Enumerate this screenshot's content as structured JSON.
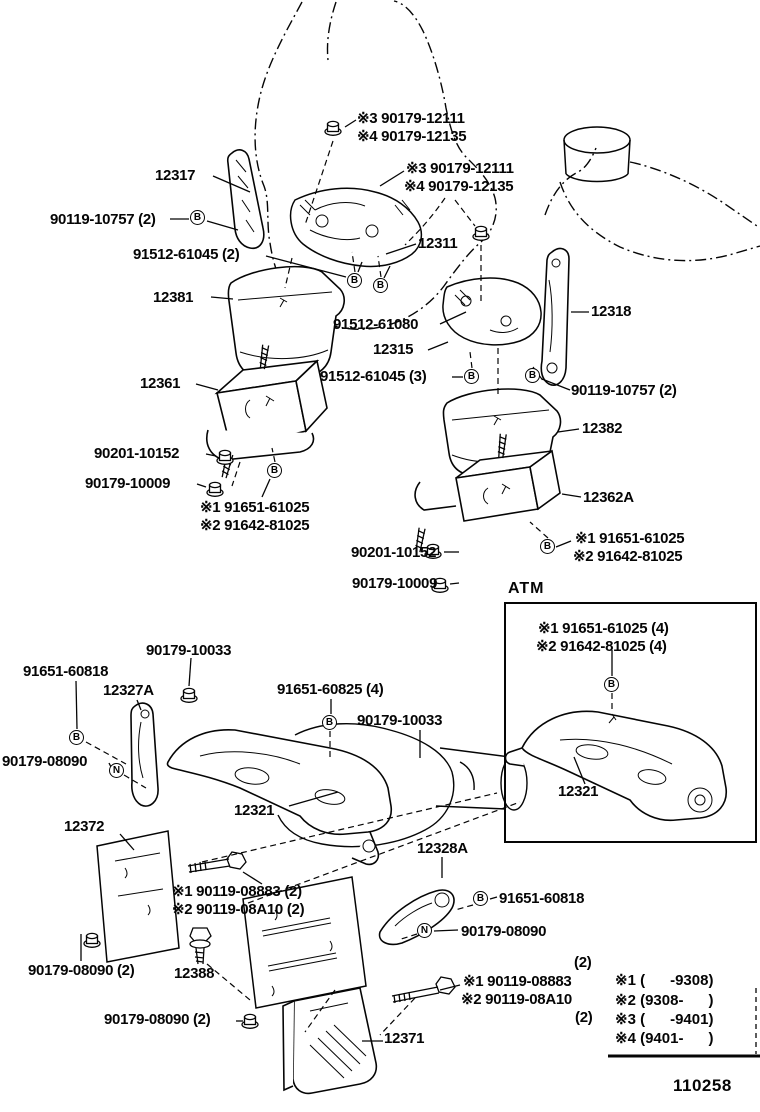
{
  "diagram": {
    "code": "110258",
    "inset_title": "ATM"
  },
  "symbols": {
    "b": "B",
    "n": "N"
  },
  "labels": {
    "top_nut_1a": "※3 90179-12111",
    "top_nut_1b": "※4 90179-12135",
    "top_nut_2a": "※3 90179-12111",
    "top_nut_2b": "※4 90179-12135",
    "p12317": "12317",
    "p90119_10757_l": "90119-10757 (2)",
    "p91512_61045_2": "91512-61045 (2)",
    "p12311": "12311",
    "p12381": "12381",
    "p91512_61080": "91512-61080",
    "p12315": "12315",
    "p12318": "12318",
    "p91512_61045_3": "91512-61045 (3)",
    "p90119_10757_r": "90119-10757 (2)",
    "p12361": "12361",
    "p12382": "12382",
    "p90201_10152_l": "90201-10152",
    "p90179_10009_l": "90179-10009",
    "p91651_61025_l1": "※1 91651-61025",
    "p91642_81025_l2": "※2 91642-81025",
    "p12362a": "12362A",
    "p91651_61025_r1": "※1 91651-61025",
    "p91642_81025_r2": "※2 91642-81025",
    "p90201_10152_m": "90201-10152",
    "p90179_10009_m": "90179-10009",
    "atm_note1": "※1 91651-61025 (4)",
    "atm_note2": "※2 91642-81025 (4)",
    "atm_12321": "12321",
    "p90179_10033_l": "90179-10033",
    "p91651_60818_l": "91651-60818",
    "p12327a": "12327A",
    "p91651_60825": "91651-60825 (4)",
    "p90179_10033_m": "90179-10033",
    "p90179_08090_l": "90179-08090",
    "p12372": "12372",
    "p12321_main": "12321",
    "p90119_08883_2a": "※1 90119-08883 (2)",
    "p90119_08a10_2a": "※2 90119-08A10 (2)",
    "p12328a": "12328A",
    "p91651_60818_r": "91651-60818",
    "p90179_08090_r": "90179-08090",
    "p90179_08090_b1": "90179-08090 (2)",
    "p12388": "12388",
    "p90179_08090_b2": "90179-08090 (2)",
    "qty2_top": "(2)",
    "p90119_08883_b": "※1 90119-08883",
    "p90119_08a10_b": "※2 90119-08A10",
    "qty2_bot": "(2)",
    "p12371": "12371"
  },
  "legend": {
    "rows": [
      "※1 (      -9308)",
      "※2 (9308-      )",
      "※3 (      -9401)",
      "※4 (9401-      )"
    ]
  }
}
